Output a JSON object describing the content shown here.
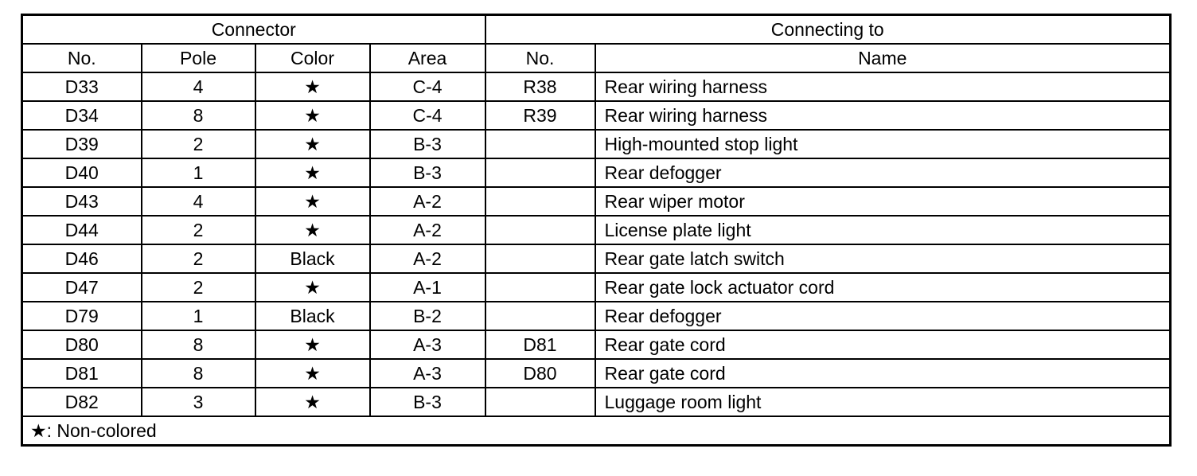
{
  "table": {
    "sections": [
      {
        "label": "Connector",
        "colspan": 4
      },
      {
        "label": "Connecting to",
        "colspan": 2
      }
    ],
    "columns": {
      "no": "No.",
      "pole": "Pole",
      "color": "Color",
      "area": "Area",
      "to_no": "No.",
      "name": "Name"
    },
    "rows": [
      {
        "no": "D33",
        "pole": "4",
        "color": "★",
        "area": "C-4",
        "to_no": "R38",
        "name": "Rear wiring harness"
      },
      {
        "no": "D34",
        "pole": "8",
        "color": "★",
        "area": "C-4",
        "to_no": "R39",
        "name": "Rear wiring harness"
      },
      {
        "no": "D39",
        "pole": "2",
        "color": "★",
        "area": "B-3",
        "to_no": "",
        "name": "High-mounted stop light"
      },
      {
        "no": "D40",
        "pole": "1",
        "color": "★",
        "area": "B-3",
        "to_no": "",
        "name": "Rear defogger"
      },
      {
        "no": "D43",
        "pole": "4",
        "color": "★",
        "area": "A-2",
        "to_no": "",
        "name": "Rear wiper motor"
      },
      {
        "no": "D44",
        "pole": "2",
        "color": "★",
        "area": "A-2",
        "to_no": "",
        "name": "License plate light"
      },
      {
        "no": "D46",
        "pole": "2",
        "color": "Black",
        "area": "A-2",
        "to_no": "",
        "name": "Rear gate latch switch"
      },
      {
        "no": "D47",
        "pole": "2",
        "color": "★",
        "area": "A-1",
        "to_no": "",
        "name": "Rear gate lock actuator cord"
      },
      {
        "no": "D79",
        "pole": "1",
        "color": "Black",
        "area": "B-2",
        "to_no": "",
        "name": "Rear defogger"
      },
      {
        "no": "D80",
        "pole": "8",
        "color": "★",
        "area": "A-3",
        "to_no": "D81",
        "name": "Rear gate cord"
      },
      {
        "no": "D81",
        "pole": "8",
        "color": "★",
        "area": "A-3",
        "to_no": "D80",
        "name": "Rear gate cord"
      },
      {
        "no": "D82",
        "pole": "3",
        "color": "★",
        "area": "B-3",
        "to_no": "",
        "name": "Luggage room light"
      }
    ],
    "footnote": "★: Non-colored",
    "colors": {
      "border": "#000000",
      "text": "#000000",
      "background": "#ffffff"
    }
  }
}
